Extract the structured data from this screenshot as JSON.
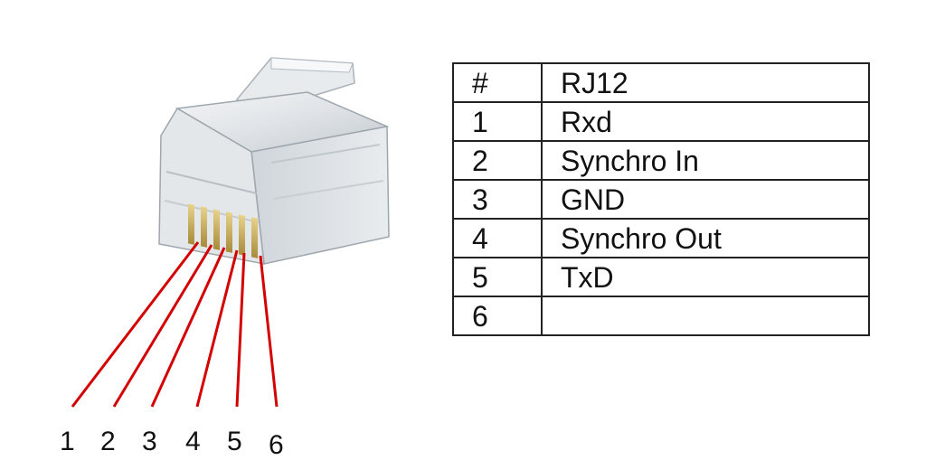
{
  "connector": {
    "pin_labels": [
      "1",
      "2",
      "3",
      "4",
      "5",
      "6"
    ],
    "wire_color": "#d40000"
  },
  "table": {
    "header": {
      "num": "#",
      "sig": "RJ12"
    },
    "rows": [
      {
        "num": "1",
        "sig": "Rxd"
      },
      {
        "num": "2",
        "sig": "Synchro In"
      },
      {
        "num": "3",
        "sig": "GND"
      },
      {
        "num": "4",
        "sig": "Synchro Out"
      },
      {
        "num": "5",
        "sig": "TxD"
      },
      {
        "num": "6",
        "sig": ""
      }
    ]
  }
}
